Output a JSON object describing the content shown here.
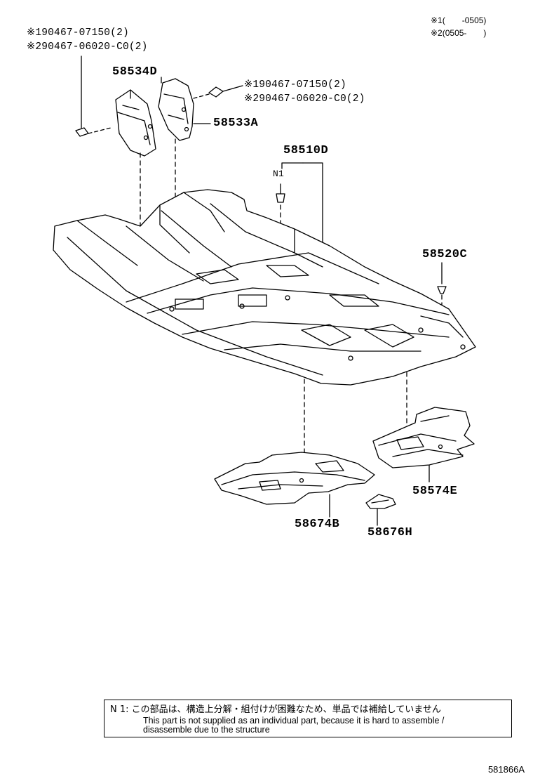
{
  "legend": {
    "line1": "※1(　　-0505)",
    "line2": "※2(0505-　　)"
  },
  "hardware_top_left": {
    "line1": "※190467-07150(2)",
    "line2": "※290467-06020-C0(2)"
  },
  "hardware_top_right": {
    "line1": "※190467-07150(2)",
    "line2": "※290467-06020-C0(2)"
  },
  "parts": {
    "p58534D": "58534D",
    "p58533A": "58533A",
    "p58510D": "58510D",
    "n1": "N1",
    "p58520C": "58520C",
    "p58574E": "58574E",
    "p58674B": "58674B",
    "p58676H": "58676H"
  },
  "note": {
    "jp": "N 1: この部品は、構造上分解・組付けが困難なため、単品では補給していません",
    "en_line1": "This part is not supplied as an individual part, because it is hard to assemble /",
    "en_line2": "disassemble due to the structure"
  },
  "diagram_code": "581866A"
}
